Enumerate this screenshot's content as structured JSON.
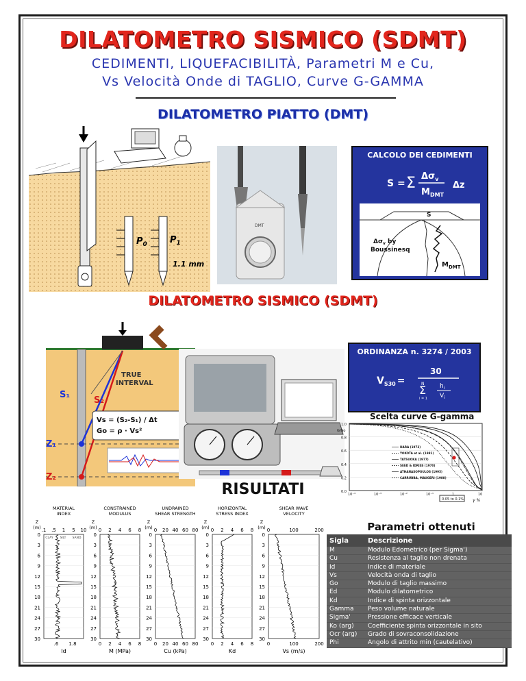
{
  "header": {
    "title": "DILATOMETRO SISMICO (SDMT)",
    "subtitle_line1": "CEDIMENTI, LIQUEFACIBILITÀ, Parametri M e Cu,",
    "subtitle_line2": "Vs Velocità Onde di TAGLIO, Curve G-GAMMA"
  },
  "sections": {
    "dmt": "DILATOMETRO PIATTO (DMT)",
    "sdmt": "DILATOMETRO SISMICO (SDMT)",
    "risultati": "RISULTATI"
  },
  "dmt_sketch": {
    "p0": "P",
    "p0_sub": "0",
    "p1": "P",
    "p1_sub": "1",
    "disp": "1.1 mm"
  },
  "blade_photo": {
    "mark": "DMT"
  },
  "cedimenti": {
    "title": "CALCOLO DEI CEDIMENTI",
    "formula_s": "S =",
    "sigma": "Σ",
    "numerator": "Δσ",
    "numerator_sub": "v",
    "denominator": "M",
    "denominator_sub": "DMT",
    "dz": "Δz",
    "s_label": "S",
    "by_label": "Δσ",
    "by_sub": "v",
    "by_text": " by",
    "boussinesq": "Boussinesq",
    "mdmt": "M",
    "mdmt_sub": "DMT"
  },
  "sdmt_sketch": {
    "true_interval": "TRUE",
    "true_interval2": "INTERVAL",
    "s1": "S₁",
    "s2": "S₂",
    "z1": "Z₁",
    "z2": "Z₂",
    "eq1": "Vs = (S₂-S₁) / Δt",
    "eq2": "Go = ρ · Vs²"
  },
  "ordinanza": {
    "title": "ORDINANZA n. 3274 / 2003",
    "vs30": "V",
    "vs30_sub": "S30",
    "equals": "=",
    "thirty": "30",
    "hi": "h",
    "hi_sub": "i",
    "vi": "V",
    "vi_sub": "i",
    "n": "N",
    "i1": "i = 1"
  },
  "g_gamma": {
    "title": "Scelta curve G-gamma",
    "ylabel": "G/Go",
    "yticks": [
      "1.0",
      "0.8",
      "0.6",
      "0.4",
      "0.2",
      "0.0"
    ],
    "xticks": [
      "10⁻⁴",
      "10⁻³",
      "10⁻²",
      "10⁻¹",
      "1",
      "10"
    ],
    "gamma": "γ %",
    "band": "0.05 to 0.1%",
    "legend": [
      "HARA (1973)",
      "YOKOTA et al. (1981)",
      "TATSUOKA (1977)",
      "SEED & IDRISS (1970)",
      "ATHANASOPOULOS (1995)",
      "CARRUBBA, MAUGERI (1988)"
    ]
  },
  "profiles": {
    "depth_label": "Z",
    "depth_unit": "(m)",
    "depth_ticks": [
      "0",
      "3",
      "6",
      "9",
      "12",
      "15",
      "18",
      "21",
      "24",
      "27",
      "30"
    ],
    "panels": [
      {
        "title1": "MATERIAL",
        "title2": "INDEX",
        "ticks_top": [
          ".1",
          ".5",
          "1",
          "5",
          "10"
        ],
        "ticks_bot": [
          ".6",
          "1.8"
        ],
        "xlabel": "Id",
        "soil": [
          "CLAY",
          "SILT",
          "SAND"
        ]
      },
      {
        "title1": "CONSTRAINED",
        "title2": "MODULUS",
        "ticks_top": [
          "0",
          "2",
          "4",
          "6",
          "8"
        ],
        "ticks_bot": [
          "0",
          "2",
          "4",
          "6",
          "8"
        ],
        "xlabel": "M (MPa)"
      },
      {
        "title1": "UNDRAINED",
        "title2": "SHEAR STRENGTH",
        "ticks_top": [
          "0",
          "20",
          "40",
          "60",
          "80"
        ],
        "ticks_bot": [
          "0",
          "20",
          "40",
          "60",
          "80"
        ],
        "xlabel": "Cu (kPa)"
      },
      {
        "title1": "HORIZONTAL",
        "title2": "STRESS INDEX",
        "ticks_top": [
          "0",
          "2",
          "4",
          "6",
          "8"
        ],
        "ticks_bot": [
          "0",
          "2",
          "4",
          "6",
          "8"
        ],
        "xlabel": "Kd"
      },
      {
        "title1": "SHEAR WAVE",
        "title2": "VELOCITY",
        "ticks_top": [
          "0",
          "100",
          "200"
        ],
        "ticks_bot": [
          "0",
          "100",
          "200"
        ],
        "xlabel": "Vs (m/s)"
      }
    ]
  },
  "params_table": {
    "title": "Parametri ottenuti",
    "headers": [
      "Sigla",
      "Descrizione"
    ],
    "rows": [
      [
        "M",
        "Modulo Edometrico (per Sigma')"
      ],
      [
        "Cu",
        "Resistenza al taglio non drenata"
      ],
      [
        "Id",
        "Indice di materiale"
      ],
      [
        "Vs",
        "Velocità onda di taglio"
      ],
      [
        "Go",
        "Modulo di taglio massimo"
      ],
      [
        "Ed",
        "Modulo dilatometrico"
      ],
      [
        "Kd",
        "Indice di spinta orizzontale"
      ],
      [
        "Gamma",
        "Peso volume naturale"
      ],
      [
        "Sigma'",
        "Pressione efficace verticale"
      ],
      [
        "Ko  (arg)",
        "Coefficiente spinta orizzontale in sito"
      ],
      [
        "Ocr (arg)",
        "Grado di sovraconsolidazione"
      ],
      [
        "Phi",
        "Angolo di attrito min (cautelativo)"
      ]
    ]
  }
}
